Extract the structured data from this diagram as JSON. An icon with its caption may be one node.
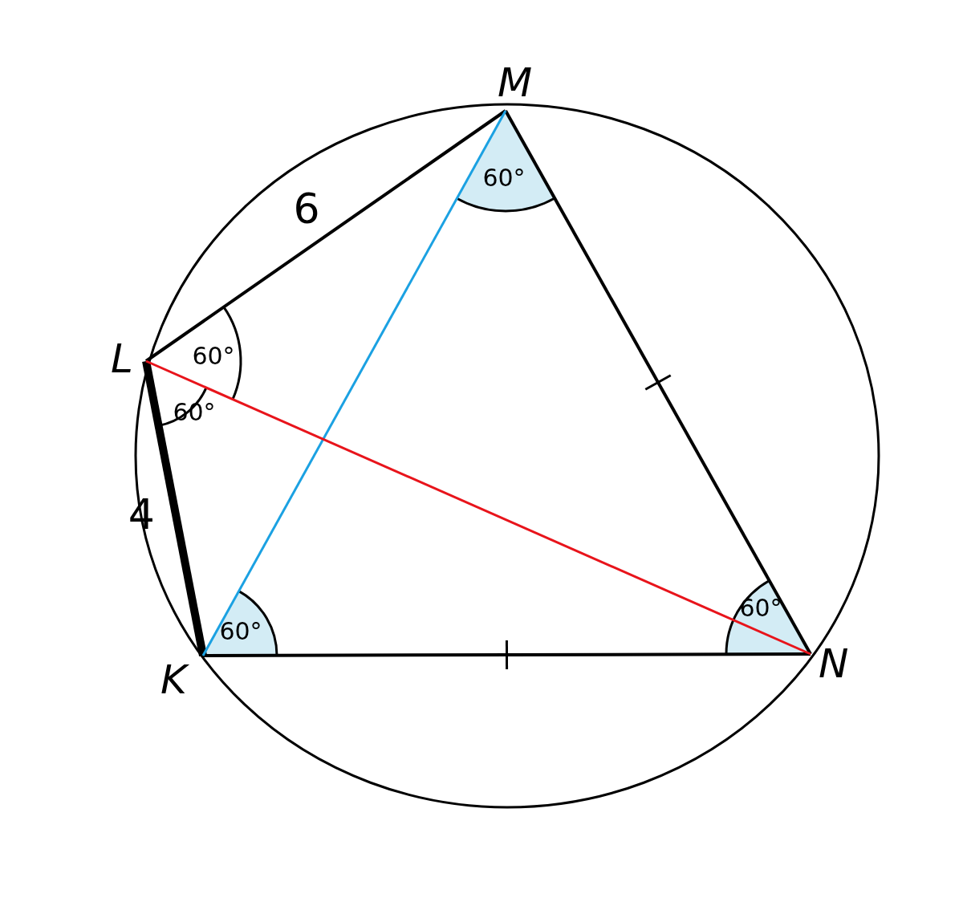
{
  "diagram": {
    "nodes": [
      {
        "text": [
          "M"
        ]
      },
      {
        "text": [
          "L"
        ]
      },
      {
        "text": [
          "K"
        ]
      },
      {
        "text": [
          "N"
        ]
      }
    ],
    "edges": [
      {
        "from": 1,
        "to": 0,
        "arrow": "none",
        "label": "6"
      },
      {
        "from": 0,
        "to": 3,
        "arrow": "none"
      },
      {
        "from": 3,
        "to": 2,
        "arrow": "none"
      },
      {
        "from": 2,
        "to": 1,
        "arrow": "none",
        "label": "4",
        "style": "thick"
      },
      {
        "from": 0,
        "to": 2,
        "arrow": "none",
        "color": "#1ba1e2"
      },
      {
        "from": 1,
        "to": 3,
        "arrow": "none",
        "color": "#e8141b"
      }
    ],
    "labels": [
      "60°",
      "60°",
      "60°",
      "60°",
      "60°"
    ]
  }
}
